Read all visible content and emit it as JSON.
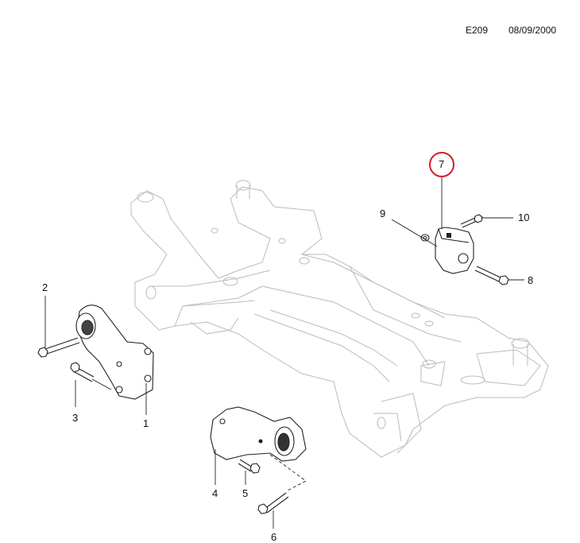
{
  "header": {
    "code": "E209",
    "date": "08/09/2000"
  },
  "highlight_color": "#d0202a",
  "callouts": [
    {
      "id": "1",
      "text": "1"
    },
    {
      "id": "2",
      "text": "2"
    },
    {
      "id": "3",
      "text": "3"
    },
    {
      "id": "4",
      "text": "4"
    },
    {
      "id": "5",
      "text": "5"
    },
    {
      "id": "6",
      "text": "6"
    },
    {
      "id": "7",
      "text": "7",
      "highlighted": true
    },
    {
      "id": "8",
      "text": "8"
    },
    {
      "id": "9",
      "text": "9"
    },
    {
      "id": "10",
      "text": "10"
    }
  ]
}
